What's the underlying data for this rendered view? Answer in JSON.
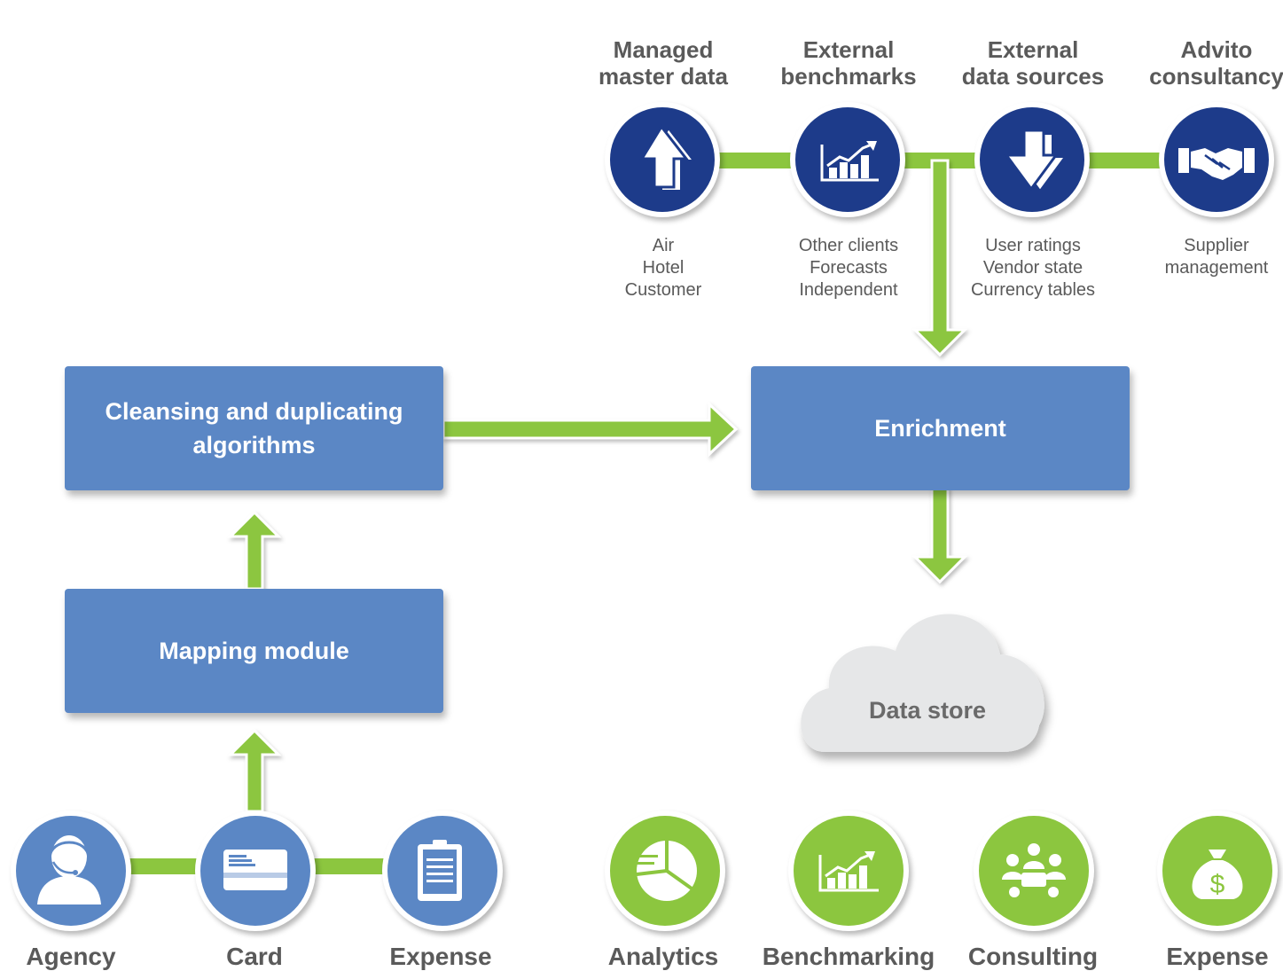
{
  "colors": {
    "blue": "#1d3b8a",
    "box_blue": "#5b87c5",
    "green": "#8cc63f",
    "text_gray": "#5a5a5a"
  },
  "top_sources": [
    {
      "title_line1": "Managed",
      "title_line2": "master data",
      "sub": [
        "Air",
        "Hotel",
        "Customer"
      ],
      "icon": "upload-arrow-icon"
    },
    {
      "title_line1": "External",
      "title_line2": "benchmarks",
      "sub": [
        "Other clients",
        "Forecasts",
        "Independent"
      ],
      "icon": "growth-chart-icon"
    },
    {
      "title_line1": "External",
      "title_line2": "data sources",
      "sub": [
        "User ratings",
        "Vendor state",
        "Currency tables"
      ],
      "icon": "download-arrow-icon"
    },
    {
      "title_line1": "Advito",
      "title_line2": "consultancy",
      "sub": [
        "Supplier",
        "management"
      ],
      "icon": "handshake-icon"
    }
  ],
  "boxes": {
    "cleansing": "Cleansing and duplicating algorithms",
    "enrichment": "Enrichment",
    "mapping": "Mapping module"
  },
  "cloud": {
    "label": "Data store"
  },
  "inputs": [
    {
      "label": "Agency",
      "icon": "agent-headset-icon"
    },
    {
      "label": "Card",
      "icon": "credit-card-icon"
    },
    {
      "label": "Expense",
      "icon": "clipboard-icon"
    }
  ],
  "outputs": [
    {
      "label": "Analytics",
      "icon": "pie-chart-icon"
    },
    {
      "label": "Benchmarking",
      "icon": "growth-chart-icon"
    },
    {
      "label": "Consulting",
      "icon": "meeting-people-icon"
    },
    {
      "label": "Expense",
      "icon": "money-bag-icon"
    }
  ]
}
